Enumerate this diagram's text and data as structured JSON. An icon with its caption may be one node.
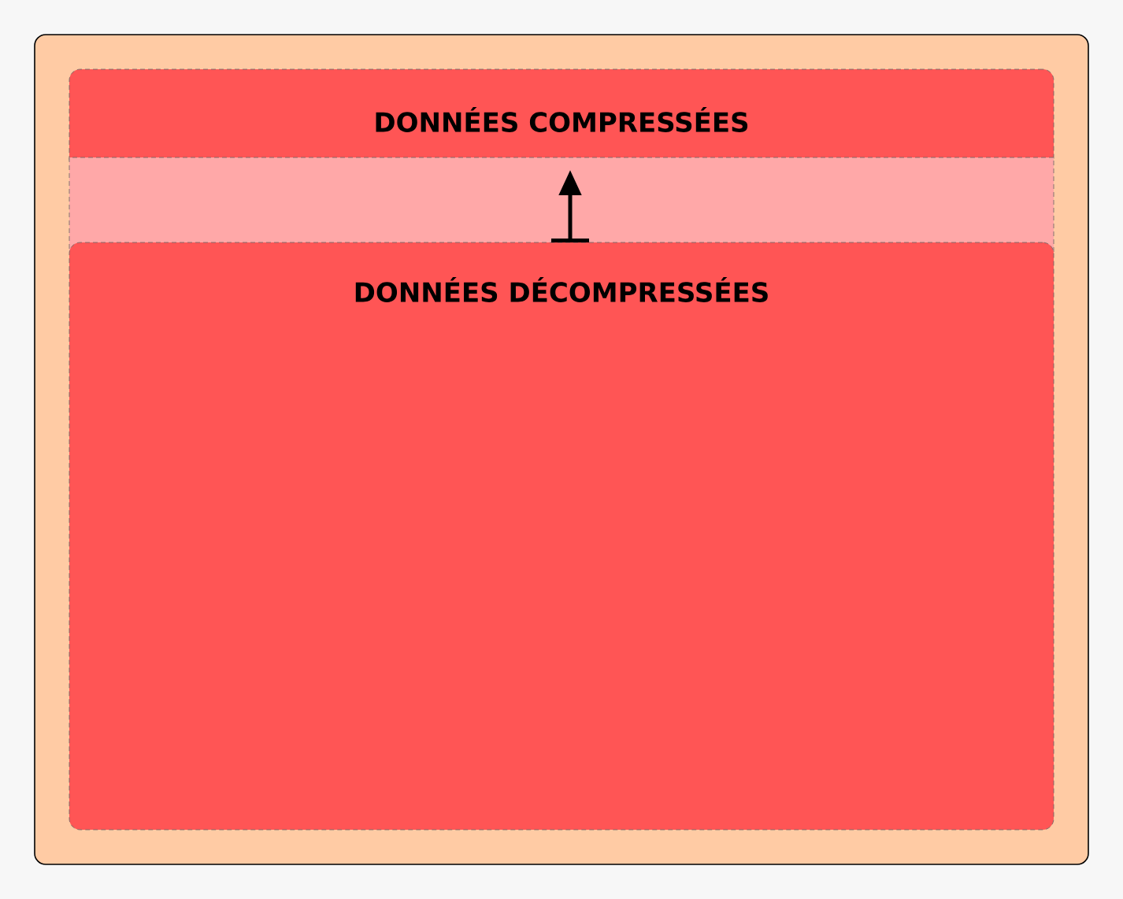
{
  "diagram": {
    "nodes": [
      {
        "text": [],
        "shape": "box"
      },
      {
        "text": [
          "DONNÉES COMPRESSÉES"
        ],
        "in": 0
      },
      {
        "text": [
          "DONNÉES DÉCOMPRESSÉES"
        ],
        "in": 0
      }
    ],
    "edges": [
      {
        "from": 2,
        "to": 1,
        "arrow": "to"
      }
    ]
  }
}
